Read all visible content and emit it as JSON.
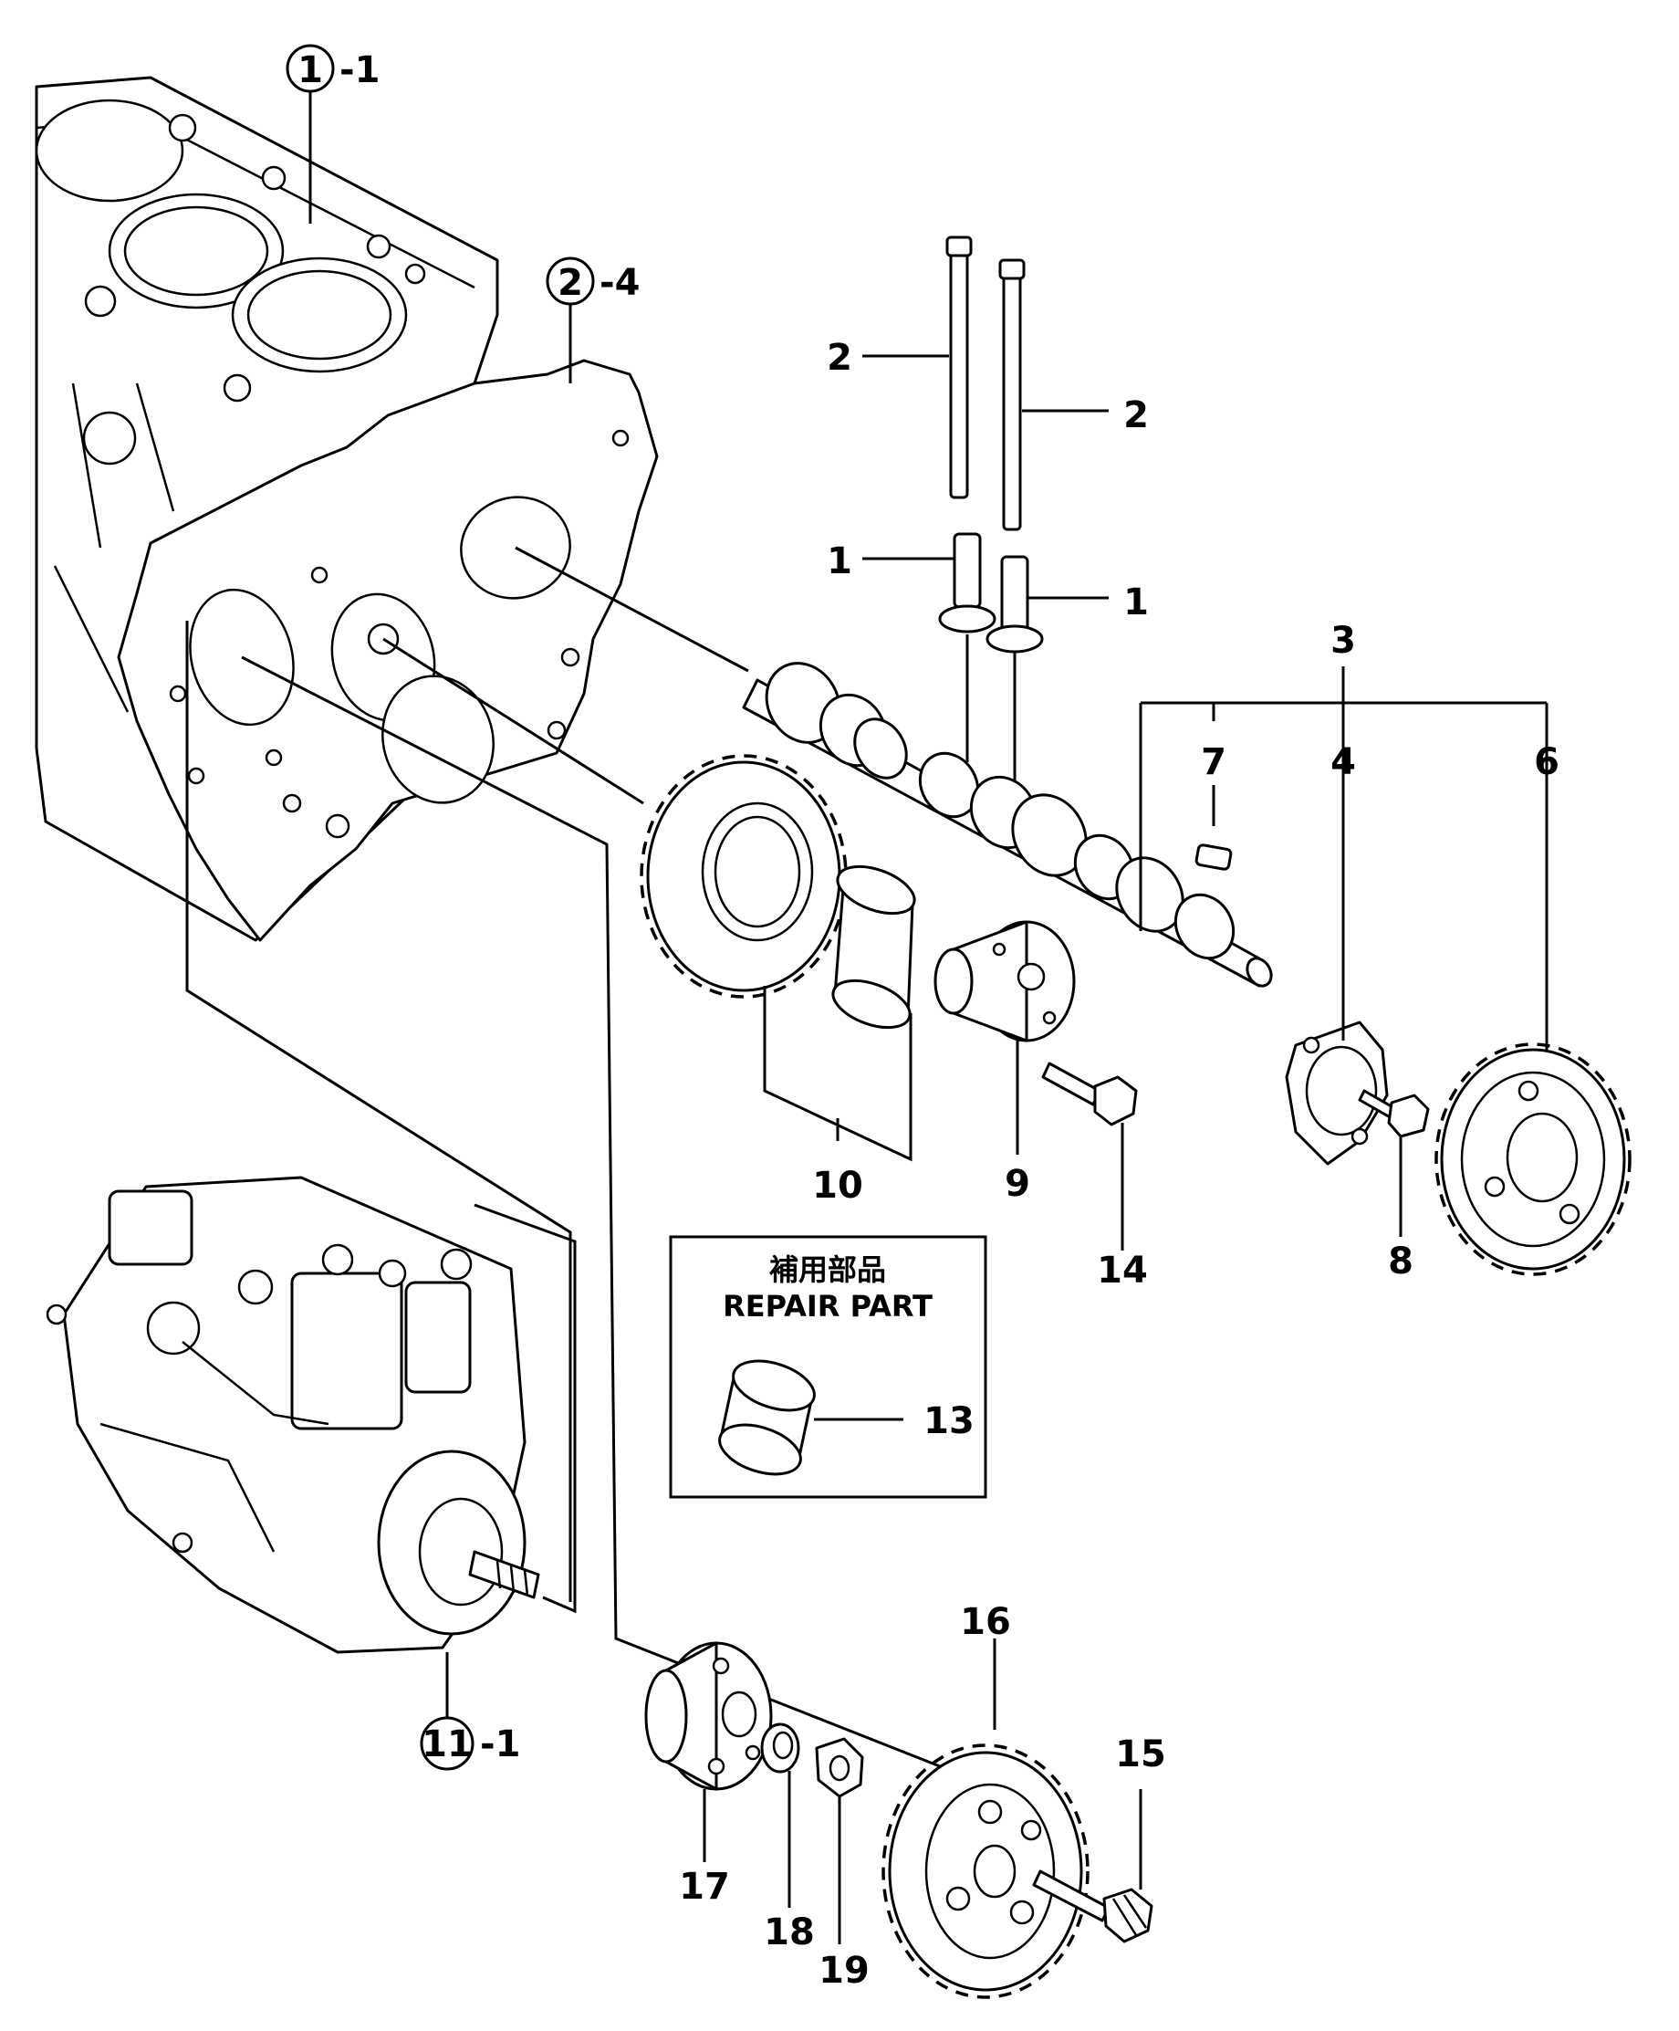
{
  "callouts": {
    "ref_block": "1",
    "ref_block_suffix": "-1",
    "ref_plate": "2",
    "ref_plate_suffix": "-4",
    "ref_pump": "11",
    "ref_pump_suffix": "-1",
    "p1a": "1",
    "p1b": "1",
    "p2a": "2",
    "p2b": "2",
    "p3": "3",
    "p4": "4",
    "p6": "6",
    "p7": "7",
    "p8": "8",
    "p9": "9",
    "p10": "10",
    "p13": "13",
    "p14": "14",
    "p15": "15",
    "p16": "16",
    "p17": "17",
    "p18": "18",
    "p19": "19"
  },
  "repair_box": {
    "title_jp": "補用部品",
    "title_en": "REPAIR PART"
  }
}
